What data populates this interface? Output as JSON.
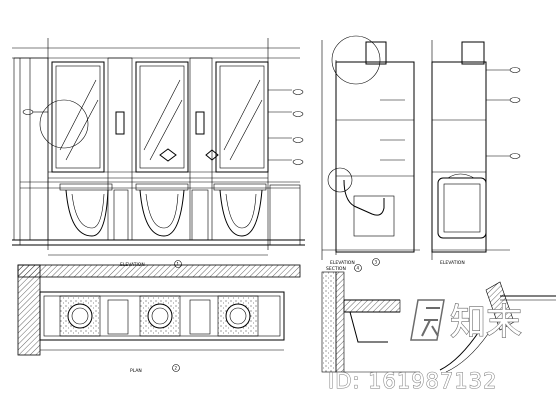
{
  "drawing": {
    "labels": {
      "elevation_a": "ELEVATION",
      "plan": "PLAN",
      "section": "SECTION",
      "elevation_b": "ELEVATION",
      "elevation_c": "ELEVATION"
    },
    "callout_marks": [
      "1",
      "2",
      "3",
      "4"
    ]
  },
  "watermark": {
    "logo_text": "知末",
    "id_text": "ID: 161987132"
  }
}
